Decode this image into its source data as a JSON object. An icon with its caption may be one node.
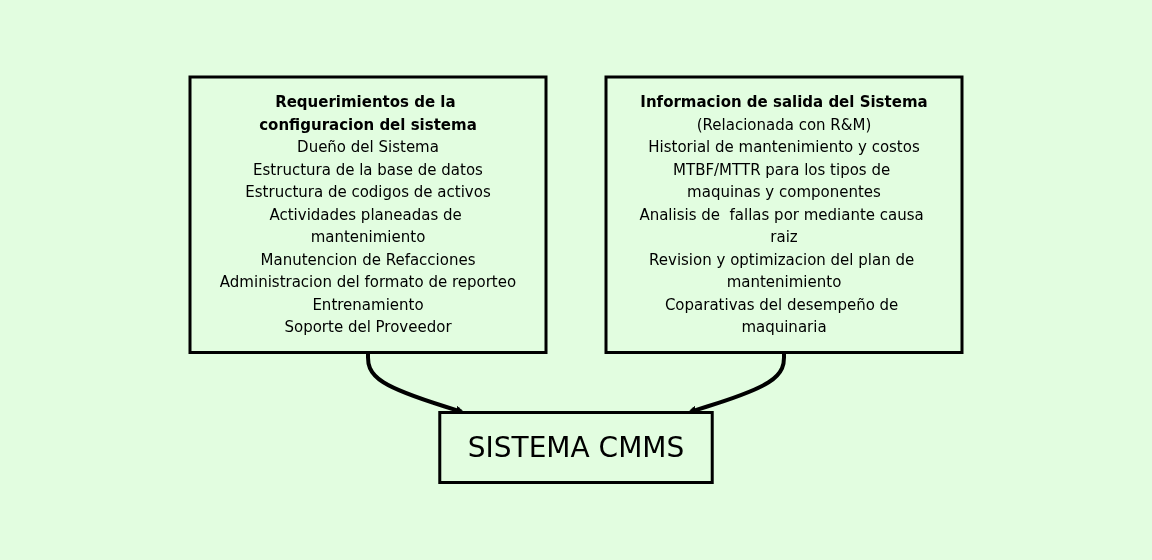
{
  "diagram": {
    "nodes": [
      {
        "text": [
          "Requerimientos de la configuracion del sistema",
          "Dueño del Sistema",
          "Estructura de la base de datos",
          "Estructura de codigos de activos",
          "Actividades planeadas de mantenimiento",
          "Manutencion de Refacciones",
          "Administracion del formato de reporteo",
          "Entrenamiento",
          "Soporte del Proveedor"
        ]
      },
      {
        "text": [
          "SISTEMA CMMS"
        ]
      },
      {
        "text": [
          "Informacion de salida del Sistema",
          "(Relacionada con R&M)",
          "Historial de mantenimiento y costos",
          "MTBF/MTTR para los tipos de maquinas y componentes",
          "Analisis de  fallas por mediante causa raiz",
          "Revision y optimizacion del plan de mantenimiento",
          "Coparativas del desempeño de maquinaria"
        ]
      }
    ],
    "edges": [
      {
        "from": 0,
        "to": 1,
        "arrow": "to"
      },
      {
        "from": 2,
        "to": 1,
        "arrow": "to"
      }
    ]
  }
}
